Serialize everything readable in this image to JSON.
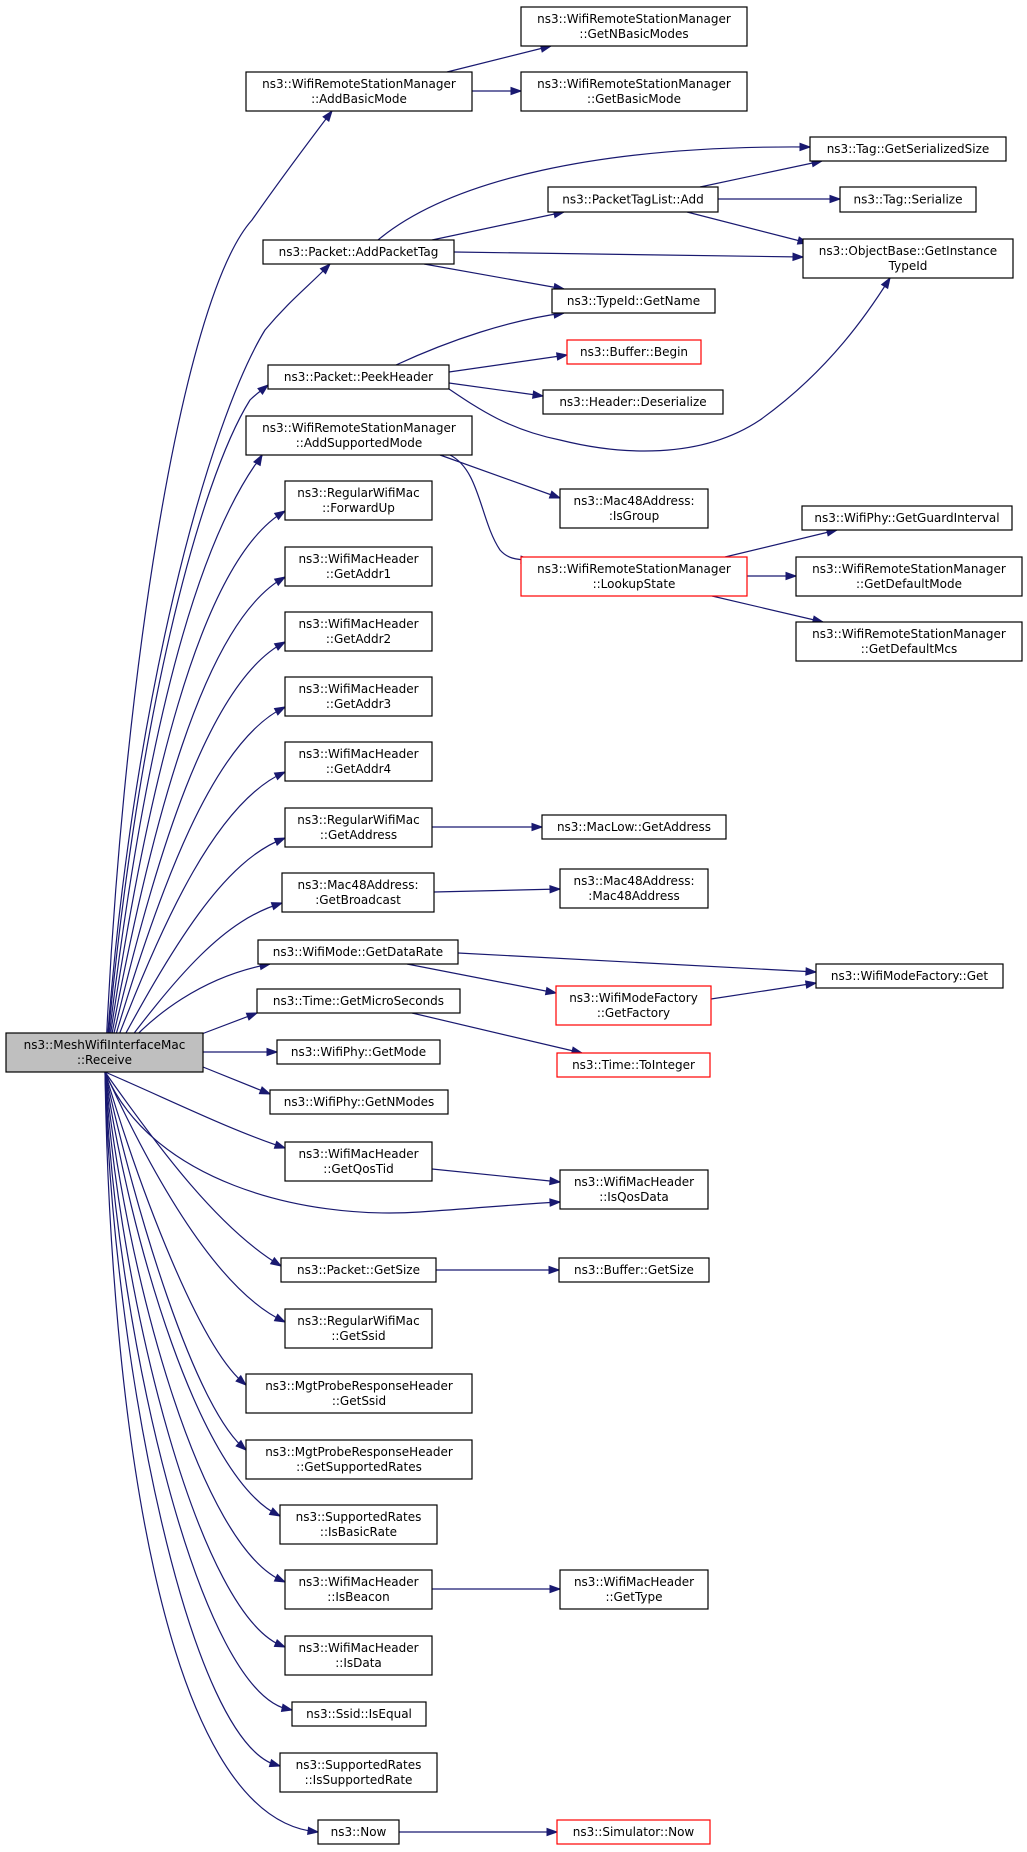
{
  "colors": {
    "edge": "#191970",
    "border": "#000000",
    "border_truncated": "#ff0000",
    "root_fill": "#bfbfbf",
    "node_fill": "#ffffff"
  },
  "nodes": [
    {
      "id": "root",
      "lines": [
        "ns3::MeshWifiInterfaceMac",
        "::Receive"
      ],
      "root": true
    },
    {
      "id": "addBasicMode",
      "lines": [
        "ns3::WifiRemoteStationManager",
        "::AddBasicMode"
      ]
    },
    {
      "id": "getNBasicModes",
      "lines": [
        "ns3::WifiRemoteStationManager",
        "::GetNBasicModes"
      ]
    },
    {
      "id": "getBasicMode",
      "lines": [
        "ns3::WifiRemoteStationManager",
        "::GetBasicMode"
      ]
    },
    {
      "id": "tagGetSerializedSize",
      "lines": [
        "ns3::Tag::GetSerializedSize"
      ]
    },
    {
      "id": "packetTagListAdd",
      "lines": [
        "ns3::PacketTagList::Add"
      ]
    },
    {
      "id": "tagSerialize",
      "lines": [
        "ns3::Tag::Serialize"
      ]
    },
    {
      "id": "addPacketTag",
      "lines": [
        "ns3::Packet::AddPacketTag"
      ]
    },
    {
      "id": "getInstanceTypeId",
      "lines": [
        "ns3::ObjectBase::GetInstance",
        "TypeId"
      ]
    },
    {
      "id": "typeIdGetName",
      "lines": [
        "ns3::TypeId::GetName"
      ]
    },
    {
      "id": "bufferBegin",
      "lines": [
        "ns3::Buffer::Begin"
      ],
      "truncated": true
    },
    {
      "id": "peekHeader",
      "lines": [
        "ns3::Packet::PeekHeader"
      ]
    },
    {
      "id": "headerDeserialize",
      "lines": [
        "ns3::Header::Deserialize"
      ]
    },
    {
      "id": "addSupportedMode",
      "lines": [
        "ns3::WifiRemoteStationManager",
        "::AddSupportedMode"
      ]
    },
    {
      "id": "macIsGroup",
      "lines": [
        "ns3::Mac48Address:",
        ":IsGroup"
      ]
    },
    {
      "id": "getGuardInterval",
      "lines": [
        "ns3::WifiPhy::GetGuardInterval"
      ]
    },
    {
      "id": "forwardUp",
      "lines": [
        "ns3::RegularWifiMac",
        "::ForwardUp"
      ]
    },
    {
      "id": "lookupState",
      "lines": [
        "ns3::WifiRemoteStationManager",
        "::LookupState"
      ],
      "truncated": true
    },
    {
      "id": "getDefaultMode",
      "lines": [
        "ns3::WifiRemoteStationManager",
        "::GetDefaultMode"
      ]
    },
    {
      "id": "getAddr1",
      "lines": [
        "ns3::WifiMacHeader",
        "::GetAddr1"
      ]
    },
    {
      "id": "getDefaultMcs",
      "lines": [
        "ns3::WifiRemoteStationManager",
        "::GetDefaultMcs"
      ]
    },
    {
      "id": "getAddr2",
      "lines": [
        "ns3::WifiMacHeader",
        "::GetAddr2"
      ]
    },
    {
      "id": "getAddr3",
      "lines": [
        "ns3::WifiMacHeader",
        "::GetAddr3"
      ]
    },
    {
      "id": "getAddr4",
      "lines": [
        "ns3::WifiMacHeader",
        "::GetAddr4"
      ]
    },
    {
      "id": "getAddress",
      "lines": [
        "ns3::RegularWifiMac",
        "::GetAddress"
      ]
    },
    {
      "id": "macLowGetAddress",
      "lines": [
        "ns3::MacLow::GetAddress"
      ]
    },
    {
      "id": "getBroadcast",
      "lines": [
        "ns3::Mac48Address:",
        ":GetBroadcast"
      ]
    },
    {
      "id": "mac48Address",
      "lines": [
        "ns3::Mac48Address:",
        ":Mac48Address"
      ]
    },
    {
      "id": "getDataRate",
      "lines": [
        "ns3::WifiMode::GetDataRate"
      ]
    },
    {
      "id": "modeFactoryGet",
      "lines": [
        "ns3::WifiModeFactory::Get"
      ]
    },
    {
      "id": "getFactory",
      "lines": [
        "ns3::WifiModeFactory",
        "::GetFactory"
      ],
      "truncated": true
    },
    {
      "id": "getMicroSeconds",
      "lines": [
        "ns3::Time::GetMicroSeconds"
      ]
    },
    {
      "id": "getMode",
      "lines": [
        "ns3::WifiPhy::GetMode"
      ]
    },
    {
      "id": "toInteger",
      "lines": [
        "ns3::Time::ToInteger"
      ],
      "truncated": true
    },
    {
      "id": "getNModes",
      "lines": [
        "ns3::WifiPhy::GetNModes"
      ]
    },
    {
      "id": "getQosTid",
      "lines": [
        "ns3::WifiMacHeader",
        "::GetQosTid"
      ]
    },
    {
      "id": "isQosData",
      "lines": [
        "ns3::WifiMacHeader",
        "::IsQosData"
      ]
    },
    {
      "id": "packetGetSize",
      "lines": [
        "ns3::Packet::GetSize"
      ]
    },
    {
      "id": "bufferGetSize",
      "lines": [
        "ns3::Buffer::GetSize"
      ]
    },
    {
      "id": "regGetSsid",
      "lines": [
        "ns3::RegularWifiMac",
        "::GetSsid"
      ]
    },
    {
      "id": "probeGetSsid",
      "lines": [
        "ns3::MgtProbeResponseHeader",
        "::GetSsid"
      ]
    },
    {
      "id": "probeGetSupportedRates",
      "lines": [
        "ns3::MgtProbeResponseHeader",
        "::GetSupportedRates"
      ]
    },
    {
      "id": "isBasicRate",
      "lines": [
        "ns3::SupportedRates",
        "::IsBasicRate"
      ]
    },
    {
      "id": "isBeacon",
      "lines": [
        "ns3::WifiMacHeader",
        "::IsBeacon"
      ]
    },
    {
      "id": "getType",
      "lines": [
        "ns3::WifiMacHeader",
        "::GetType"
      ]
    },
    {
      "id": "isData",
      "lines": [
        "ns3::WifiMacHeader",
        "::IsData"
      ]
    },
    {
      "id": "ssidIsEqual",
      "lines": [
        "ns3::Ssid::IsEqual"
      ]
    },
    {
      "id": "isSupportedRate",
      "lines": [
        "ns3::SupportedRates",
        "::IsSupportedRate"
      ]
    },
    {
      "id": "now",
      "lines": [
        "ns3::Now"
      ]
    },
    {
      "id": "simulatorNow",
      "lines": [
        "ns3::Simulator::Now"
      ],
      "truncated": true
    }
  ],
  "edges": [
    {
      "from": "root",
      "to": "addBasicMode"
    },
    {
      "from": "root",
      "to": "addPacketTag"
    },
    {
      "from": "root",
      "to": "peekHeader"
    },
    {
      "from": "root",
      "to": "addSupportedMode"
    },
    {
      "from": "root",
      "to": "forwardUp"
    },
    {
      "from": "root",
      "to": "getAddr1"
    },
    {
      "from": "root",
      "to": "getAddr2"
    },
    {
      "from": "root",
      "to": "getAddr3"
    },
    {
      "from": "root",
      "to": "getAddr4"
    },
    {
      "from": "root",
      "to": "getAddress"
    },
    {
      "from": "root",
      "to": "getBroadcast"
    },
    {
      "from": "root",
      "to": "getDataRate"
    },
    {
      "from": "root",
      "to": "getMicroSeconds"
    },
    {
      "from": "root",
      "to": "getMode"
    },
    {
      "from": "root",
      "to": "getNModes"
    },
    {
      "from": "root",
      "to": "getQosTid"
    },
    {
      "from": "root",
      "to": "isQosData"
    },
    {
      "from": "root",
      "to": "packetGetSize"
    },
    {
      "from": "root",
      "to": "regGetSsid"
    },
    {
      "from": "root",
      "to": "probeGetSsid"
    },
    {
      "from": "root",
      "to": "probeGetSupportedRates"
    },
    {
      "from": "root",
      "to": "isBasicRate"
    },
    {
      "from": "root",
      "to": "isBeacon"
    },
    {
      "from": "root",
      "to": "isData"
    },
    {
      "from": "root",
      "to": "ssidIsEqual"
    },
    {
      "from": "root",
      "to": "isSupportedRate"
    },
    {
      "from": "root",
      "to": "now"
    },
    {
      "from": "addBasicMode",
      "to": "getNBasicModes"
    },
    {
      "from": "addBasicMode",
      "to": "getBasicMode"
    },
    {
      "from": "addPacketTag",
      "to": "tagGetSerializedSize"
    },
    {
      "from": "addPacketTag",
      "to": "packetTagListAdd"
    },
    {
      "from": "addPacketTag",
      "to": "getInstanceTypeId"
    },
    {
      "from": "addPacketTag",
      "to": "typeIdGetName"
    },
    {
      "from": "packetTagListAdd",
      "to": "tagGetSerializedSize"
    },
    {
      "from": "packetTagListAdd",
      "to": "tagSerialize"
    },
    {
      "from": "packetTagListAdd",
      "to": "getInstanceTypeId"
    },
    {
      "from": "peekHeader",
      "to": "typeIdGetName"
    },
    {
      "from": "peekHeader",
      "to": "bufferBegin"
    },
    {
      "from": "peekHeader",
      "to": "headerDeserialize"
    },
    {
      "from": "peekHeader",
      "to": "getInstanceTypeId"
    },
    {
      "from": "addSupportedMode",
      "to": "macIsGroup"
    },
    {
      "from": "addSupportedMode",
      "to": "lookupState"
    },
    {
      "from": "lookupState",
      "to": "getGuardInterval"
    },
    {
      "from": "lookupState",
      "to": "getDefaultMode"
    },
    {
      "from": "lookupState",
      "to": "getDefaultMcs"
    },
    {
      "from": "getAddress",
      "to": "macLowGetAddress"
    },
    {
      "from": "getBroadcast",
      "to": "mac48Address"
    },
    {
      "from": "getDataRate",
      "to": "modeFactoryGet"
    },
    {
      "from": "getDataRate",
      "to": "getFactory"
    },
    {
      "from": "getFactory",
      "to": "modeFactoryGet"
    },
    {
      "from": "getMicroSeconds",
      "to": "toInteger"
    },
    {
      "from": "getQosTid",
      "to": "isQosData"
    },
    {
      "from": "packetGetSize",
      "to": "bufferGetSize"
    },
    {
      "from": "isBeacon",
      "to": "getType"
    },
    {
      "from": "now",
      "to": "simulatorNow"
    }
  ]
}
